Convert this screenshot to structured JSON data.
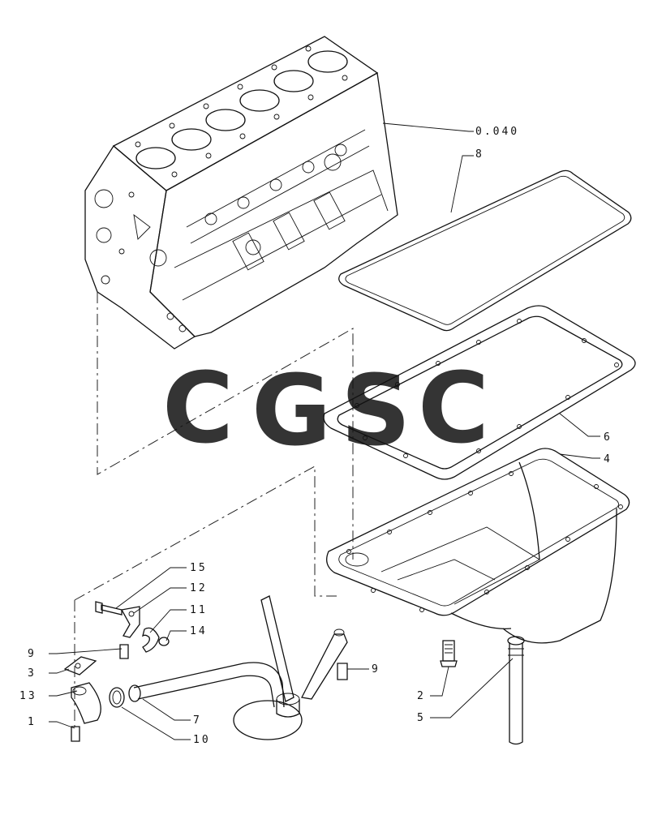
{
  "watermark": {
    "letters": [
      "C",
      "G",
      "S",
      "C"
    ],
    "colors": [
      "#7aa8f5",
      "#f28b82",
      "#fdd663",
      "#81c995"
    ]
  },
  "callouts": {
    "block": "0.040",
    "c8": "8",
    "c6": "6",
    "c4": "4",
    "c15": "15",
    "c12": "12",
    "c11": "11",
    "c14": "14",
    "c9a": "9",
    "c9b": "9",
    "c3": "3",
    "c13": "13",
    "c1": "1",
    "c7": "7",
    "c10": "10",
    "c2": "2",
    "c5": "5"
  }
}
